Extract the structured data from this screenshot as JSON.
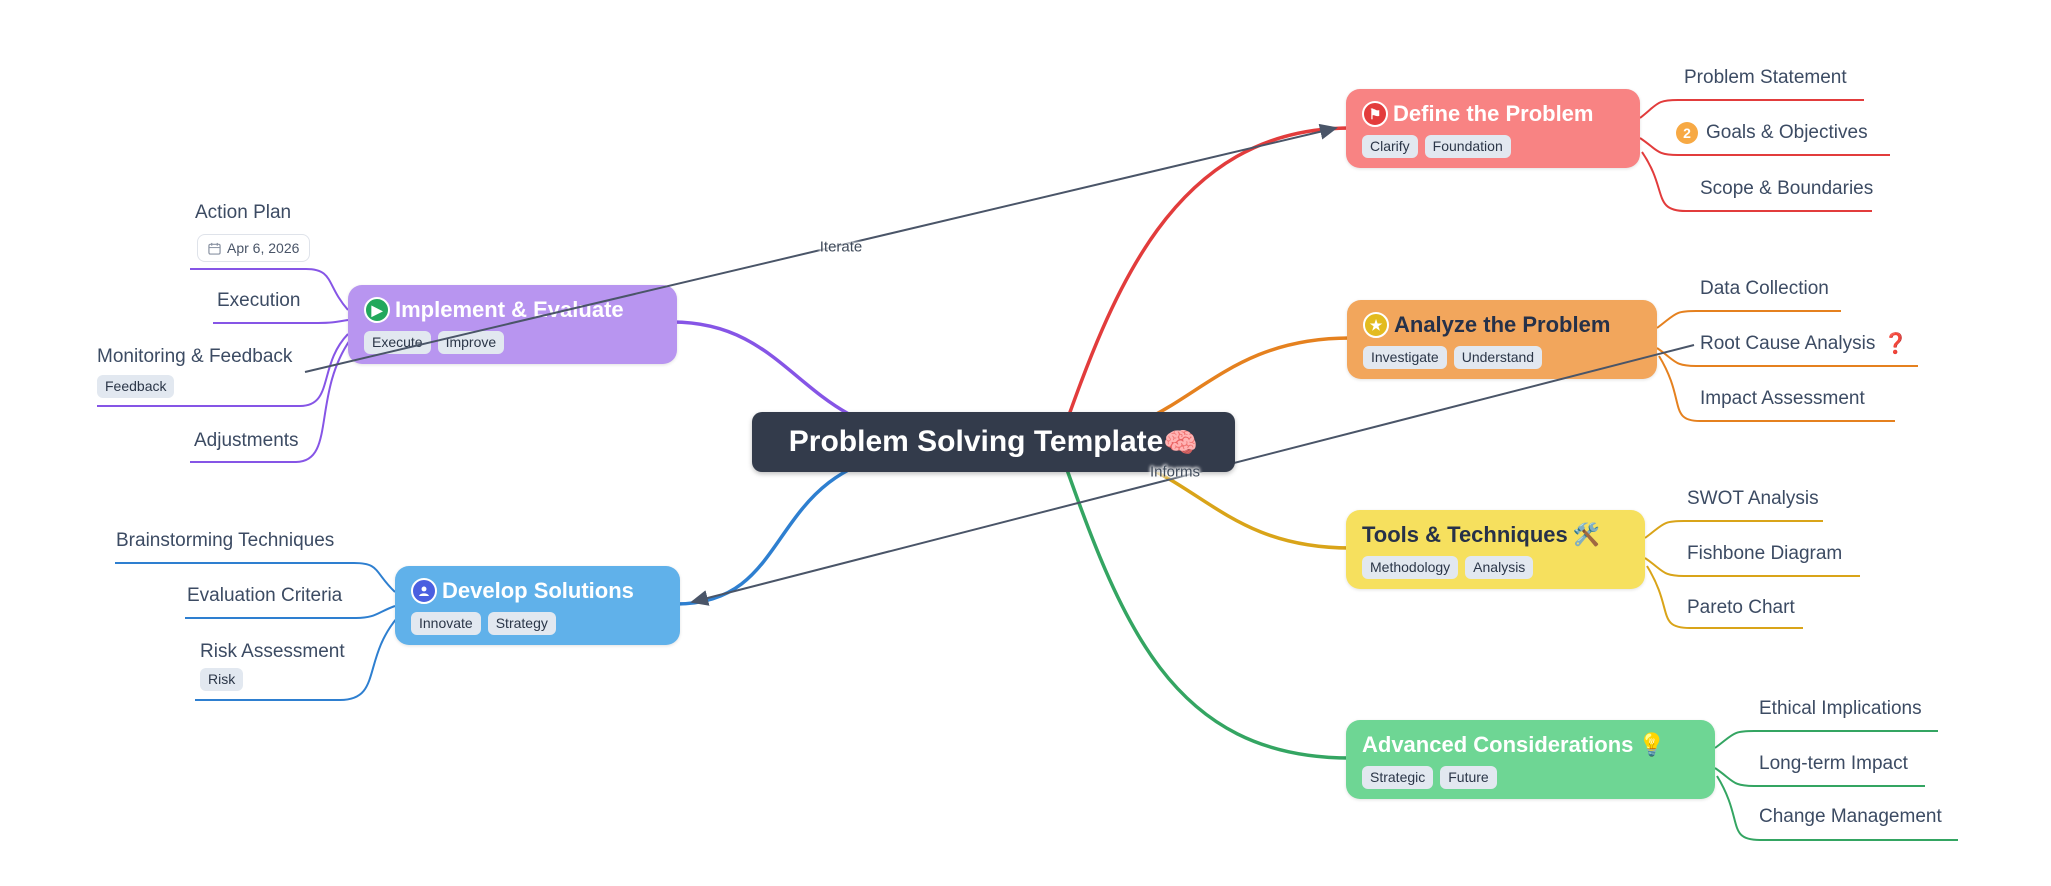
{
  "title": {
    "label": "Problem Solving Template",
    "emoji": "🧠"
  },
  "arrows": {
    "iterate": {
      "label": "Iterate"
    },
    "informs": {
      "label": "Informs"
    }
  },
  "colors": {
    "center_bg": "#333b4b",
    "red": "#e23c3c",
    "red_node": "#f88383",
    "orange": "#e5811f",
    "orange_node": "#f2a65c",
    "gold": "#d9a419",
    "gold_node": "#f6e05e",
    "green": "#34a562",
    "green_node": "#6ed694",
    "purple": "#8655e6",
    "purple_node": "#b895f0",
    "blue": "#2e7fd0",
    "blue_node": "#60b1ea",
    "arrow": "#4a5568"
  },
  "branches": {
    "define": {
      "label": "Define the Problem",
      "icon": "flag-icon",
      "tags": [
        "Clarify",
        "Foundation"
      ],
      "children": [
        {
          "label": "Problem Statement"
        },
        {
          "label": "Goals & Objectives",
          "badge": "2"
        },
        {
          "label": "Scope & Boundaries"
        }
      ]
    },
    "analyze": {
      "label": "Analyze the Problem",
      "icon": "star-icon",
      "tags": [
        "Investigate",
        "Understand"
      ],
      "children": [
        {
          "label": "Data Collection"
        },
        {
          "label": "Root Cause Analysis",
          "emoji": "❓"
        },
        {
          "label": "Impact Assessment"
        }
      ]
    },
    "tools": {
      "label": "Tools & Techniques",
      "emoji": "🛠️",
      "tags": [
        "Methodology",
        "Analysis"
      ],
      "children": [
        {
          "label": "SWOT Analysis"
        },
        {
          "label": "Fishbone Diagram"
        },
        {
          "label": "Pareto Chart"
        }
      ]
    },
    "advanced": {
      "label": "Advanced Considerations",
      "emoji": "💡",
      "tags": [
        "Strategic",
        "Future"
      ],
      "children": [
        {
          "label": "Ethical Implications"
        },
        {
          "label": "Long-term Impact"
        },
        {
          "label": "Change Management"
        }
      ]
    },
    "implement": {
      "label": "Implement & Evaluate",
      "icon": "play-icon",
      "tags": [
        "Execute",
        "Improve"
      ],
      "children": [
        {
          "label": "Action Plan",
          "date": "Apr 6, 2026"
        },
        {
          "label": "Execution"
        },
        {
          "label": "Monitoring & Feedback",
          "tag": "Feedback"
        },
        {
          "label": "Adjustments"
        }
      ]
    },
    "develop": {
      "label": "Develop Solutions",
      "icon": "user-icon",
      "tags": [
        "Innovate",
        "Strategy"
      ],
      "children": [
        {
          "label": "Brainstorming Techniques"
        },
        {
          "label": "Evaluation Criteria"
        },
        {
          "label": "Risk Assessment",
          "tag": "Risk"
        }
      ]
    }
  }
}
